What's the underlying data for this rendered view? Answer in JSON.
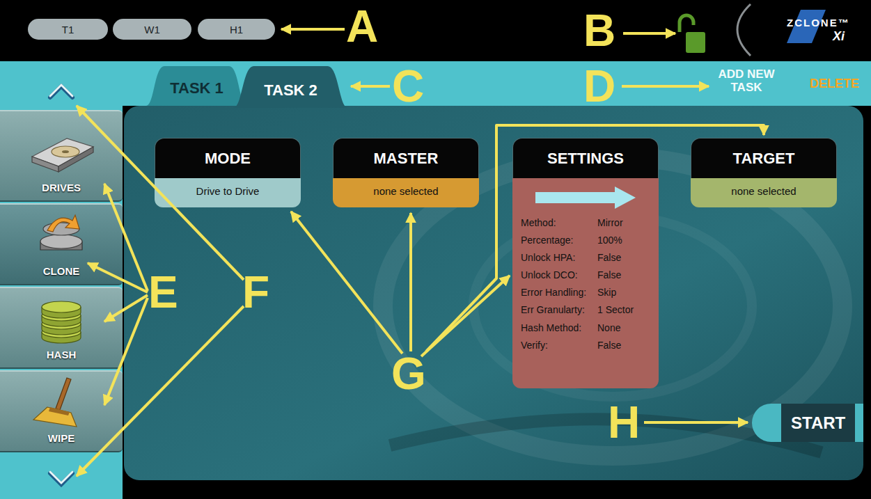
{
  "diagram": {
    "nodes": [
      {
        "text": [
          "T1"
        ]
      },
      {
        "text": [
          "W1"
        ]
      },
      {
        "text": [
          "H1"
        ]
      },
      {
        "text": [
          "TASK 1"
        ]
      },
      {
        "text": [
          "TASK 2"
        ]
      },
      {
        "text": [
          "DRIVES"
        ]
      },
      {
        "text": [
          "CLONE"
        ]
      },
      {
        "text": [
          "HASH"
        ]
      },
      {
        "text": [
          "WIPE"
        ]
      },
      {
        "text": [
          "MODE",
          "Drive to Drive"
        ]
      },
      {
        "text": [
          "MASTER",
          "none selected"
        ]
      },
      {
        "text": [
          "SETTINGS",
          "Method:",
          "Mirror",
          "Percentage:",
          "100%",
          "Unlock HPA:",
          "False",
          "Unlock DCO:",
          "False",
          "Error Handling:",
          "Skip",
          "Err Granularty:",
          "1 Sector",
          "Hash Method:",
          "None",
          "Verify:",
          "False"
        ]
      },
      {
        "text": [
          "TARGET",
          "none selected"
        ]
      },
      {
        "text": [
          "START"
        ]
      }
    ],
    "labels": [
      "A",
      "B",
      "ZCLONE™",
      "Xi",
      "C",
      "D",
      "ADD NEW TASK",
      "DELETE",
      "E",
      "F",
      "G",
      "H"
    ]
  }
}
